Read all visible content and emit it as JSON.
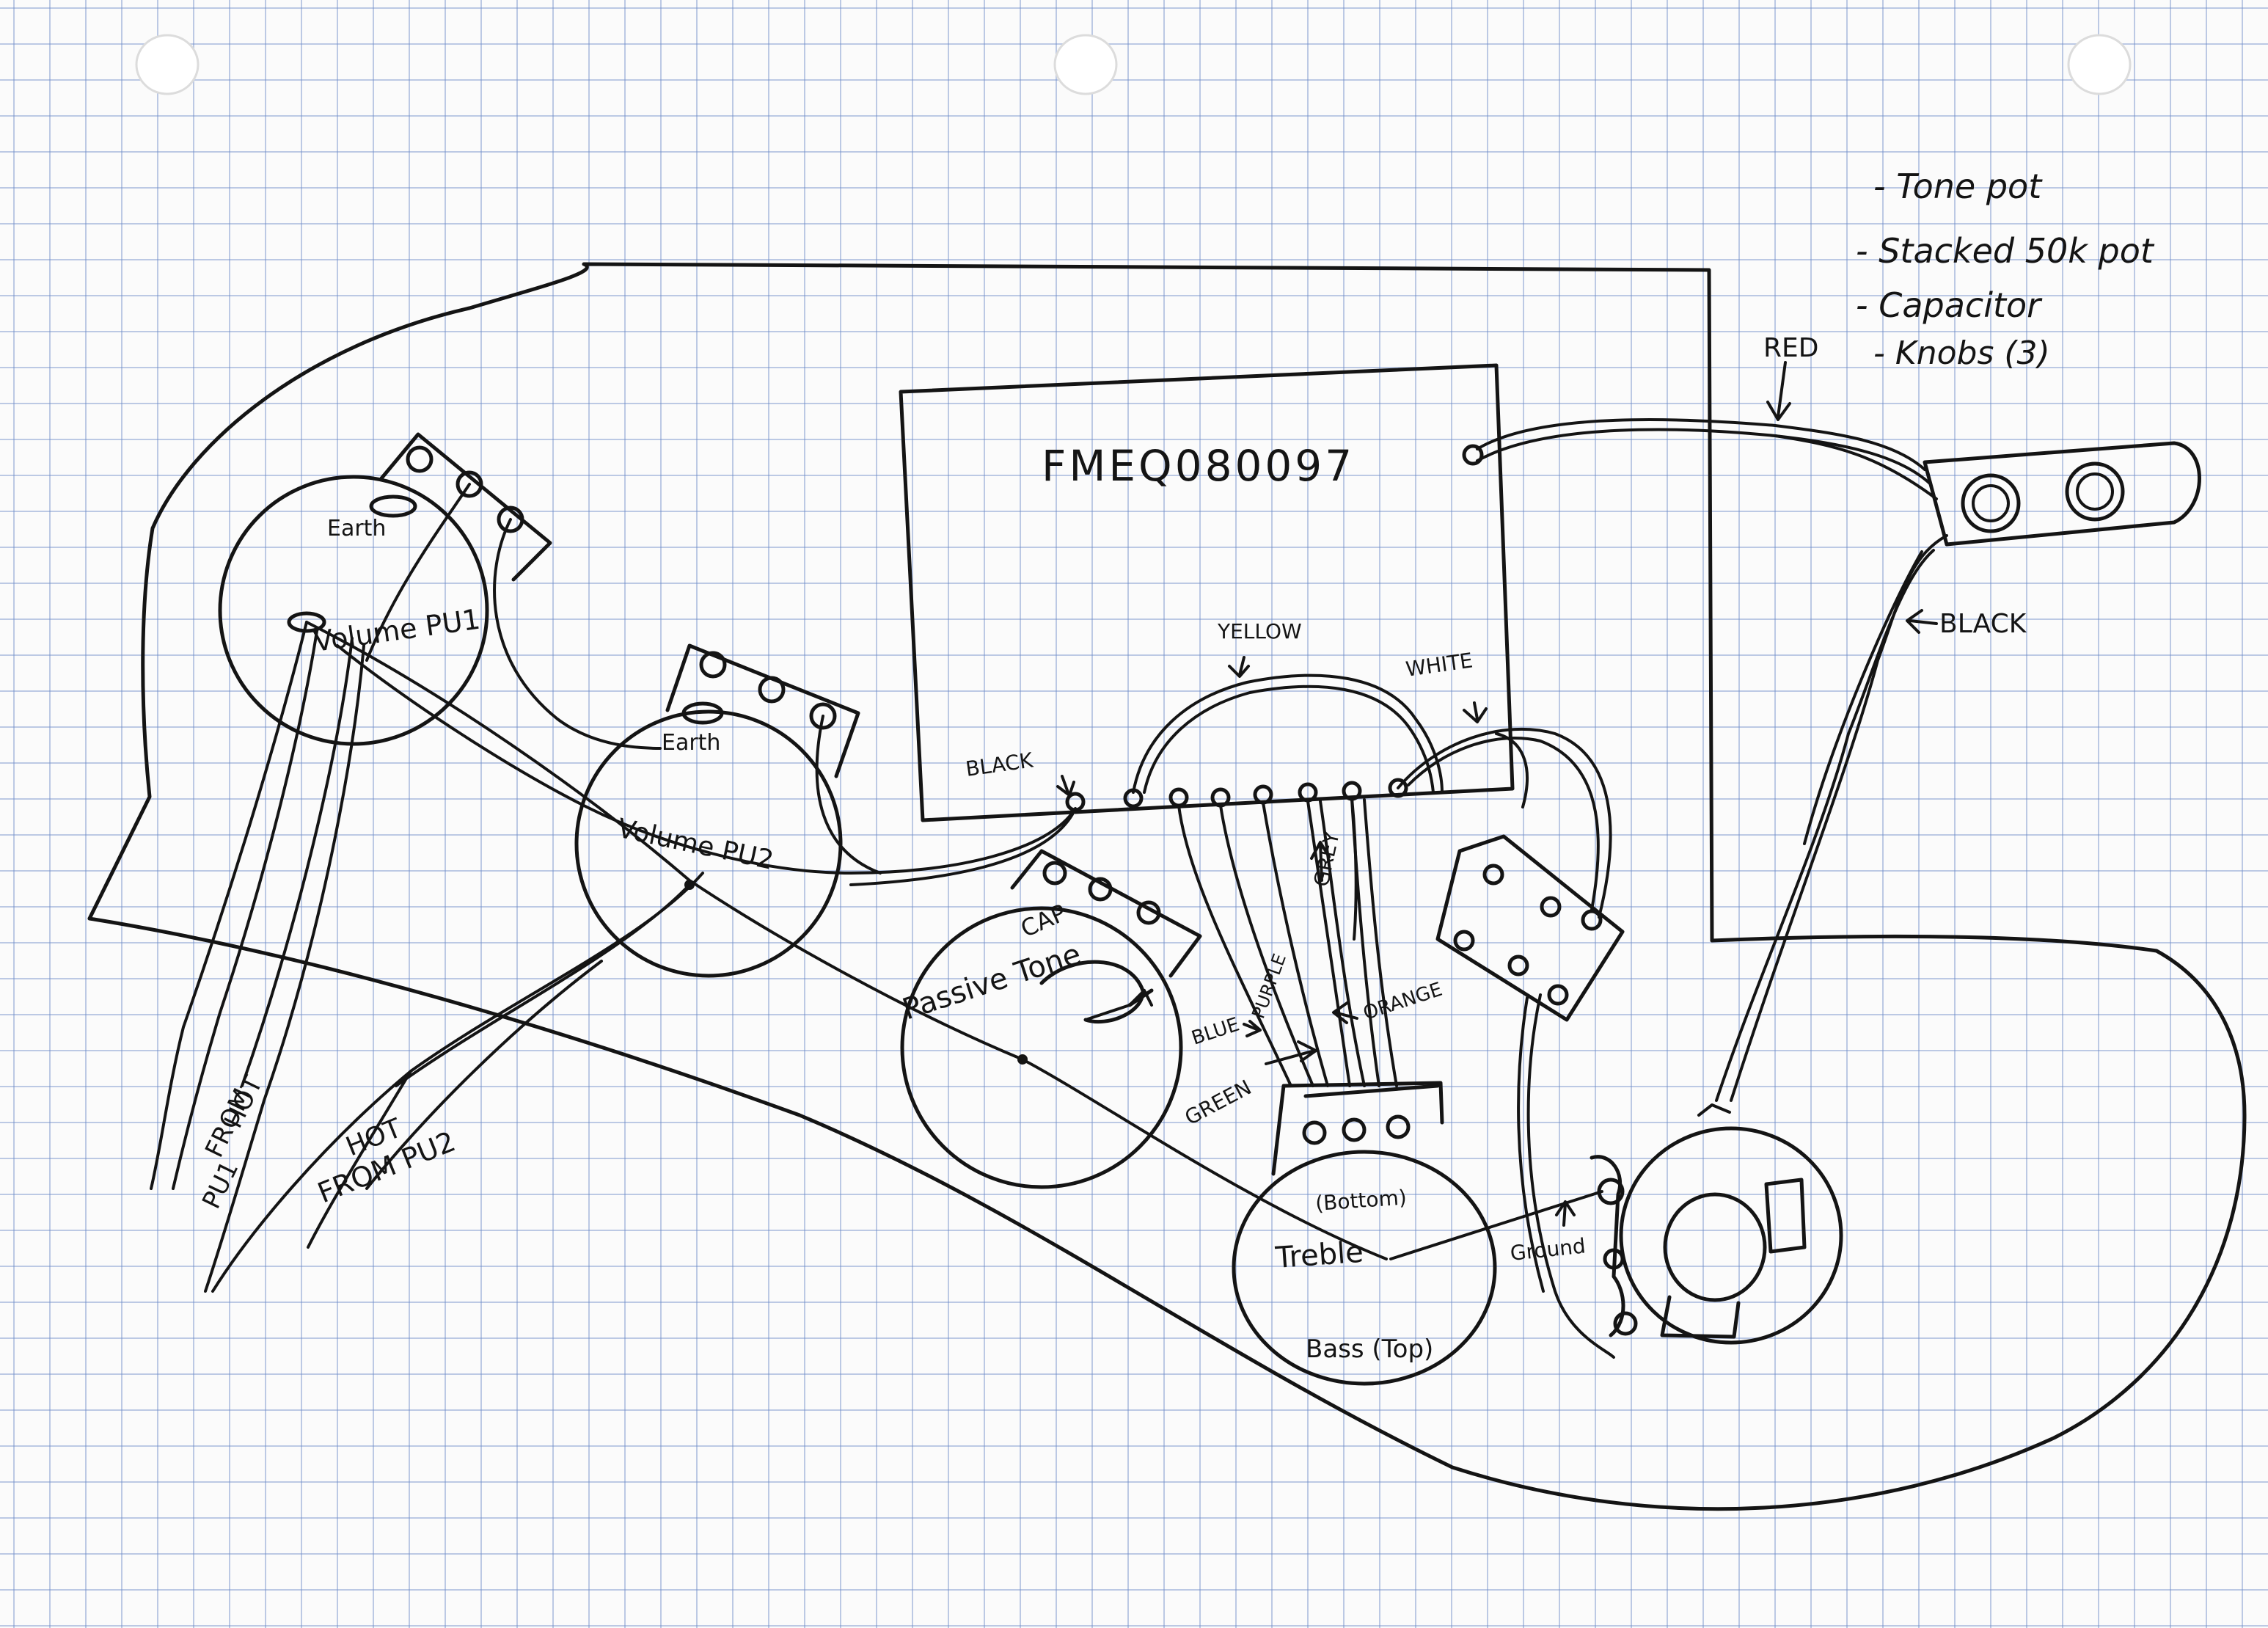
{
  "diagram": {
    "module_label": "FMEQ080097",
    "parts_list": [
      "- Tone pot",
      "- Stacked 50k pot",
      "- Capacitor",
      "- Knobs (3)"
    ],
    "pot1_label": "Volume PU1",
    "pot1_earth": "Earth",
    "pot2_label": "Volume PU2",
    "pot2_earth": "Earth",
    "passive_tone_label": "Passive Tone",
    "cap_label": "CAP",
    "treble_label": "Treble",
    "bottom_label": "(Bottom)",
    "bass_label": "Bass (Top)",
    "ground_label": "Ground",
    "hot_pu1_line1": "HOT",
    "hot_pu1_line2": "FROM",
    "hot_pu1_line3": "PU1",
    "hot_pu2_line1": "HOT",
    "hot_pu2_line2": "FROM PU2",
    "wire_labels": {
      "red": "RED",
      "black_battery": "BLACK",
      "black_module": "BLACK",
      "yellow": "YELLOW",
      "white": "WHITE",
      "grey": "GREY",
      "purple": "PURPLE",
      "blue": "BLUE",
      "orange": "ORANGE",
      "green": "GREEN"
    },
    "colors": {
      "ink": "#141414",
      "paper": "#fbfbfb",
      "grid": "#6e8cc8"
    }
  }
}
